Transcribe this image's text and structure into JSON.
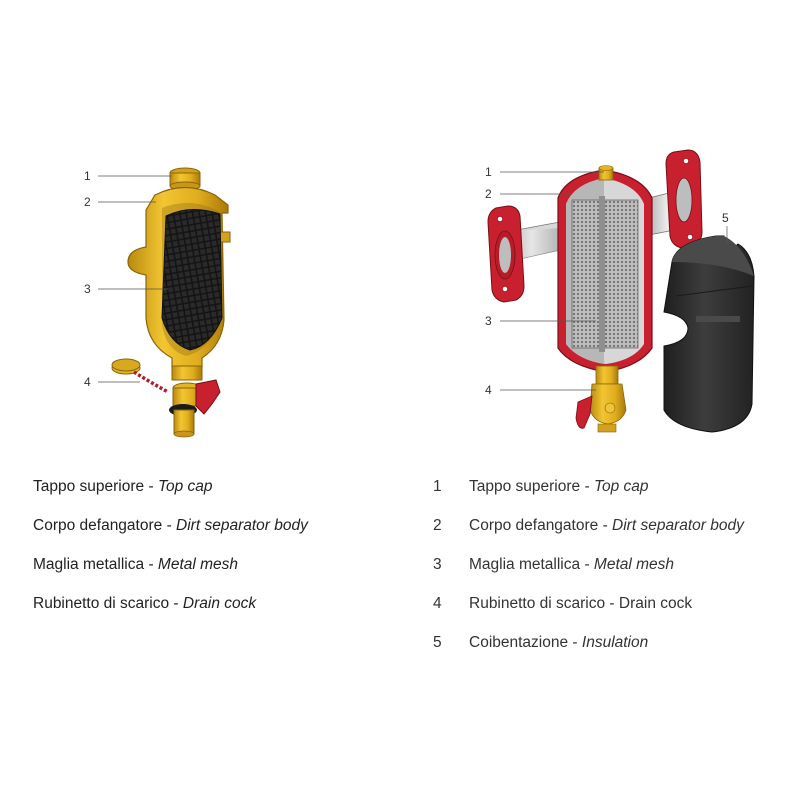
{
  "diagram": {
    "left_callouts": [
      "1",
      "2",
      "3",
      "4"
    ],
    "right_callouts": [
      "1",
      "2",
      "3",
      "4",
      "5"
    ]
  },
  "legend_left": [
    {
      "it": "Tappo superiore",
      "en": "Top cap"
    },
    {
      "it": "Corpo defangatore",
      "en": "Dirt separator body"
    },
    {
      "it": "Maglia metallica",
      "en": "Metal mesh"
    },
    {
      "it": "Rubinetto di scarico",
      "en": "Drain cock"
    }
  ],
  "legend_right": [
    {
      "num": "1",
      "it": "Tappo superiore",
      "en": "Top cap",
      "en_italic": true
    },
    {
      "num": "2",
      "it": "Corpo defangatore",
      "en": "Dirt separator body",
      "en_italic": true
    },
    {
      "num": "3",
      "it": "Maglia metallica",
      "en": "Metal mesh",
      "en_italic": true
    },
    {
      "num": "4",
      "it": "Rubinetto di scarico",
      "en": "Drain cock",
      "en_italic": false
    },
    {
      "num": "5",
      "it": "Coibentazione",
      "en": "Insulation",
      "en_italic": true
    }
  ],
  "colors": {
    "brass": "#e2b21f",
    "brass_dark": "#b8860b",
    "red": "#c8202e",
    "mesh": "#1a1a1a",
    "insulation": "#2f2f2f",
    "steel": "#c9c9c9"
  }
}
